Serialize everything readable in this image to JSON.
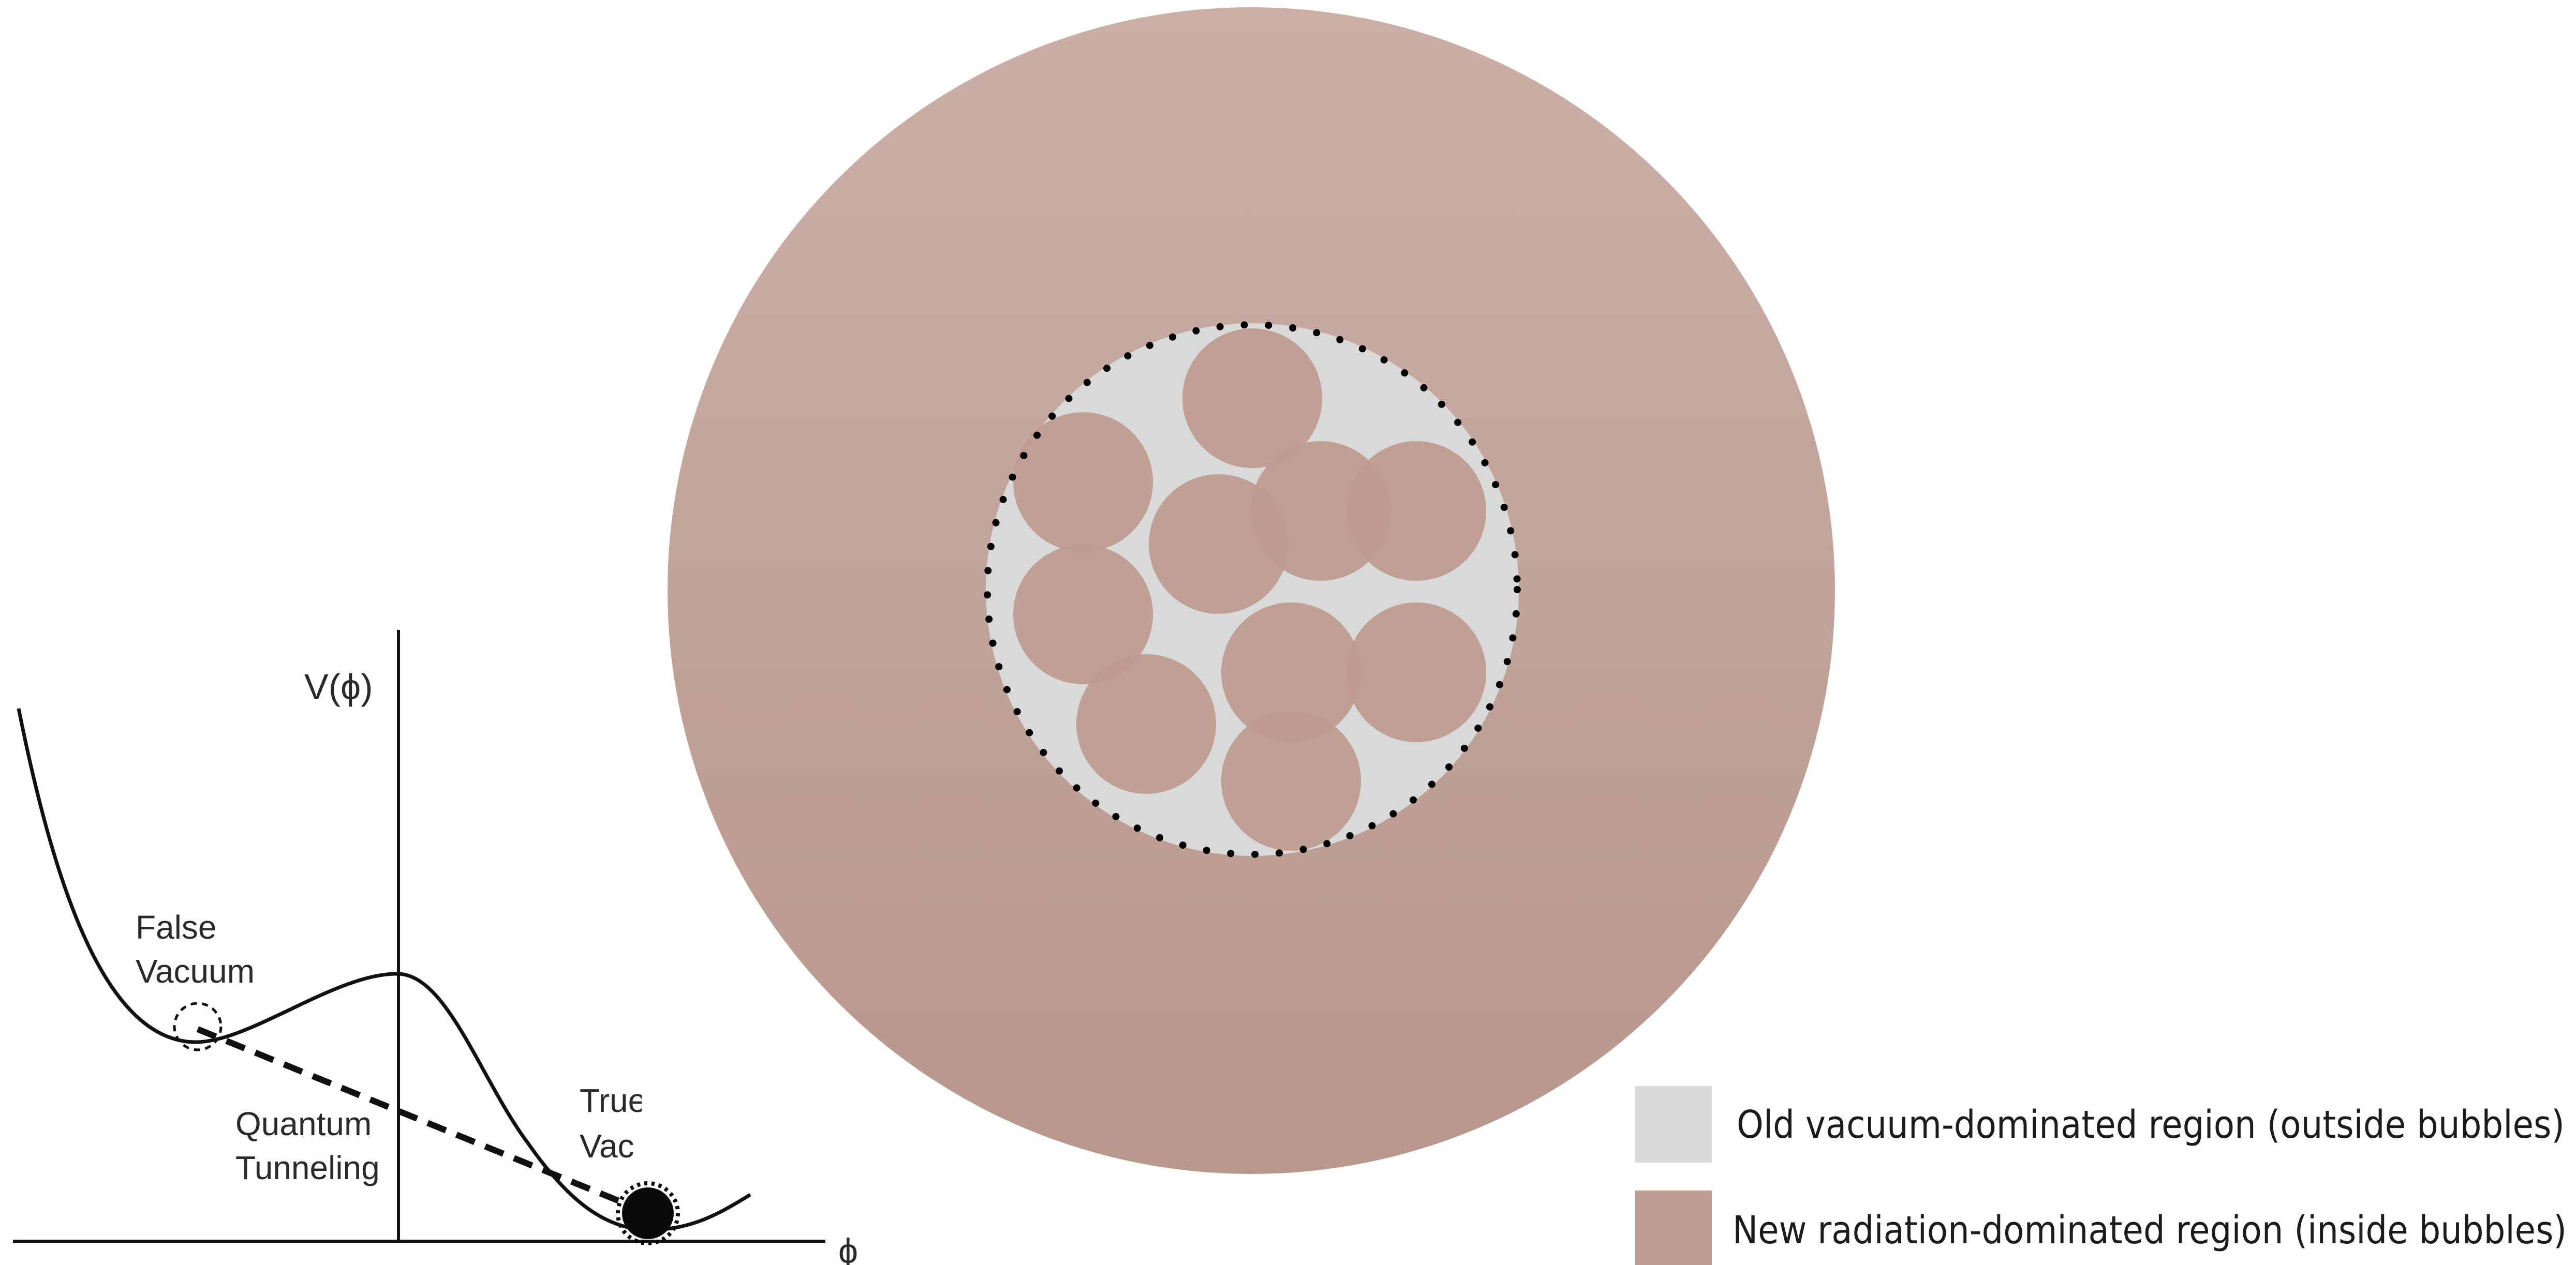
{
  "potential_plot": {
    "y_axis_label": "V(ϕ)",
    "x_axis_label": "ϕ",
    "false_vacuum_label": [
      "False",
      "Vacuum"
    ],
    "tunneling_label": [
      "Quantum",
      "Tunneling"
    ],
    "true_vacuum_label": [
      "True",
      "Vac"
    ]
  },
  "legend": {
    "items": [
      {
        "label": "Old vacuum-dominated region (outside bubbles)",
        "color": "#d9d9d9"
      },
      {
        "label": "New radiation-dominated region (inside bubbles)",
        "color": "#bd9c91"
      }
    ]
  },
  "colors": {
    "outer_disc_top": "#cbafa7",
    "outer_disc_bottom": "#b8978c",
    "vacuum_region": "#d9d9d9",
    "bubble": "#bd9a8f",
    "curve": "#111111"
  }
}
